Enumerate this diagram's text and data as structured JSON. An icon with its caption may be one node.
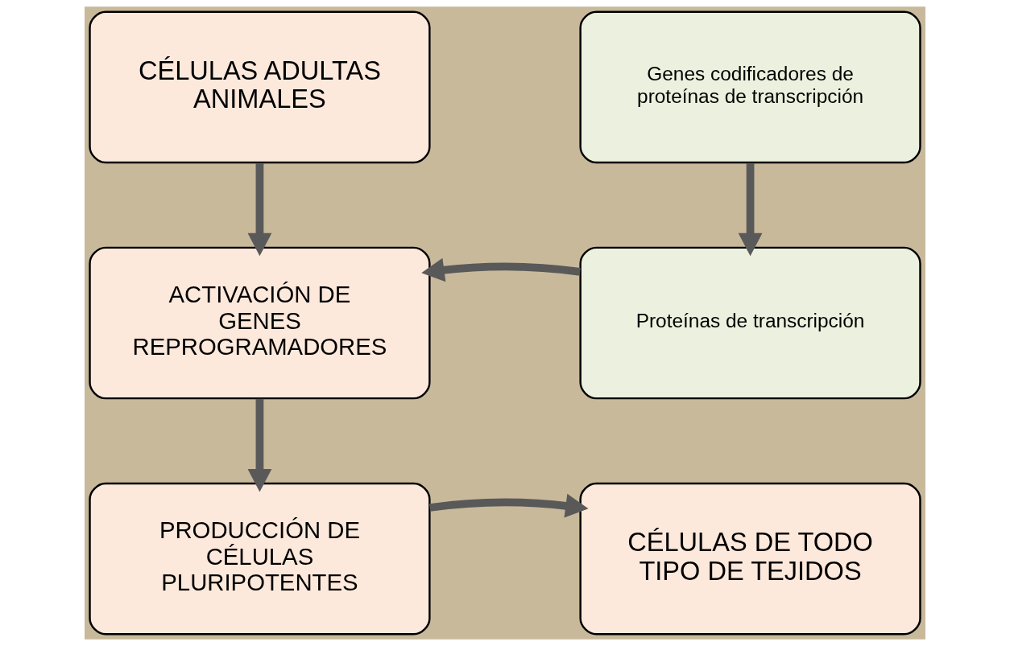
{
  "diagram": {
    "nodes": [
      {
        "text": [
          "CÉLULAS ADULTAS ANIMALES"
        ]
      },
      {
        "text": [
          "Genes codificadores de proteínas de transcripción"
        ]
      },
      {
        "text": [
          "ACTIVACIÓN DE GENES REPROGRAMADORES"
        ]
      },
      {
        "text": [
          "Proteínas de transcripción"
        ]
      },
      {
        "text": [
          "PRODUCCIÓN DE CÉLULAS PLURIPOTENTES"
        ]
      },
      {
        "text": [
          "CÉLULAS DE TODO TIPO DE TEJIDOS"
        ]
      }
    ],
    "edges": [
      {
        "from": 0,
        "to": 2,
        "arrow": "to"
      },
      {
        "from": 1,
        "to": 3,
        "arrow": "to"
      },
      {
        "from": 3,
        "to": 2,
        "arrow": "to"
      },
      {
        "from": 2,
        "to": 4,
        "arrow": "to"
      },
      {
        "from": 4,
        "to": 5,
        "arrow": "to"
      }
    ]
  }
}
